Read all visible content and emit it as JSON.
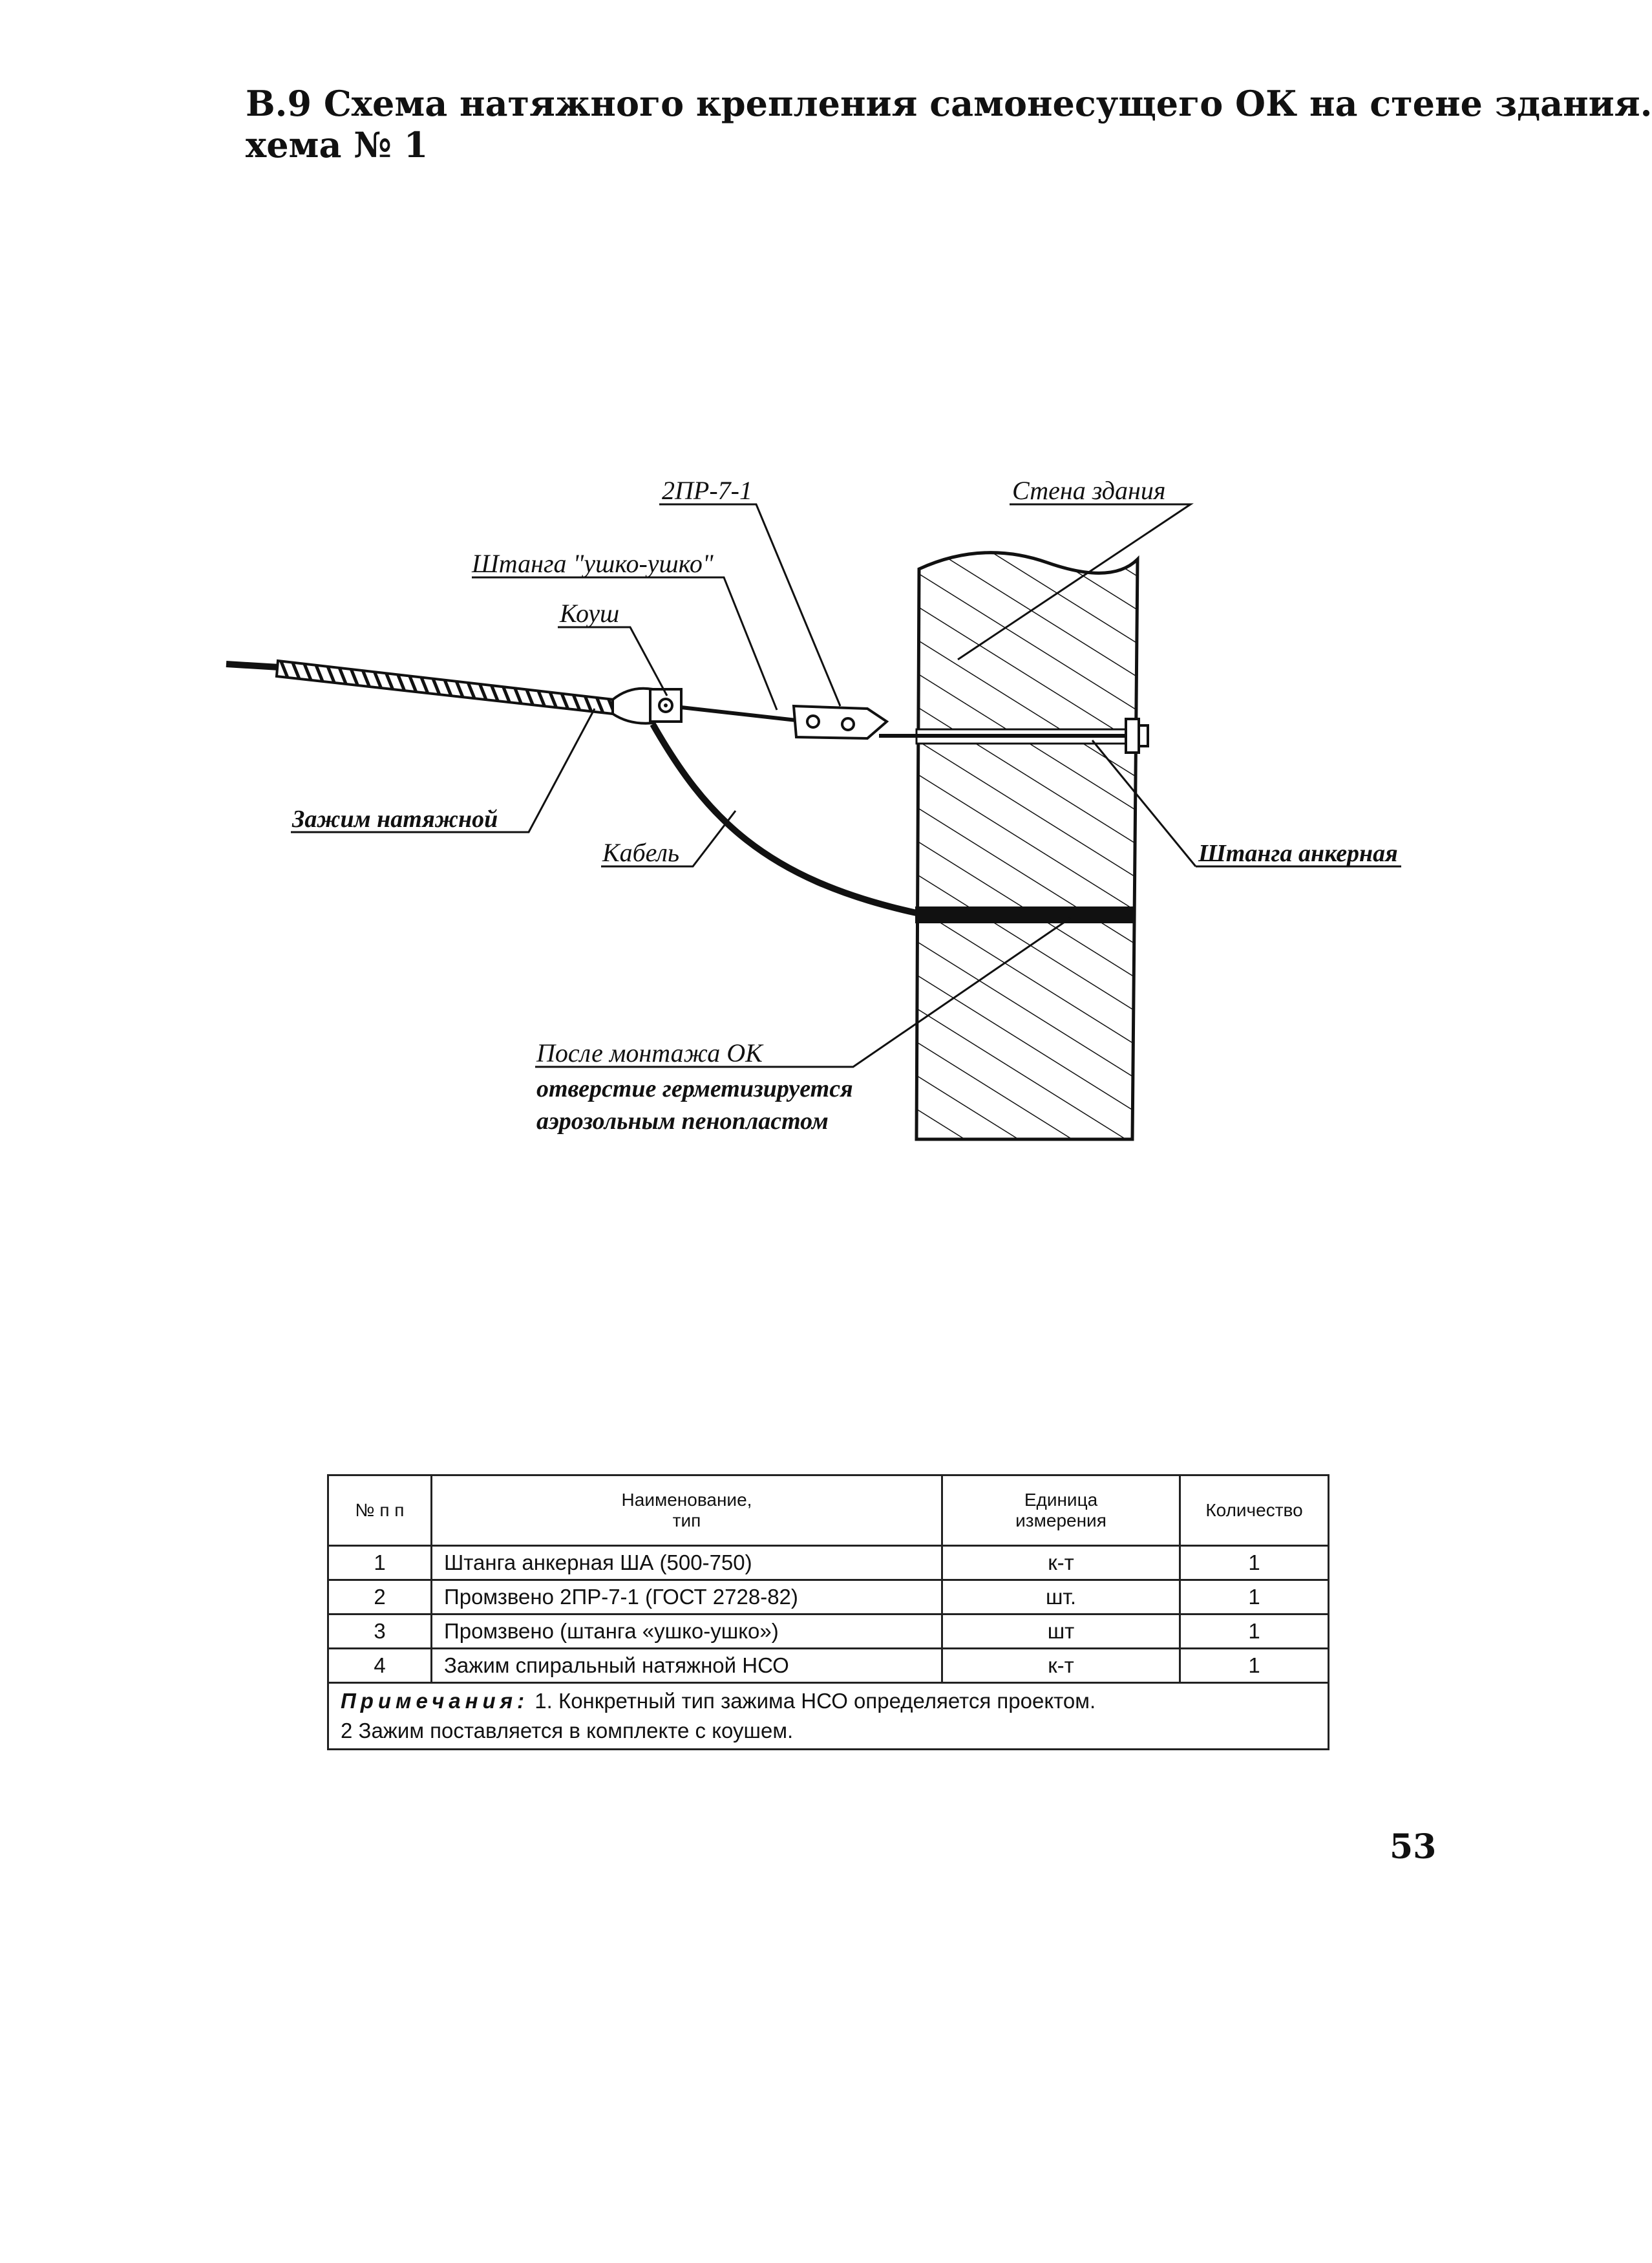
{
  "title": {
    "line1": "В.9 Схема натяжного крепления самонесущего ОК на стене здания.",
    "line2": "хема № 1"
  },
  "diagram": {
    "labels": {
      "prom": "2ПР-7-1",
      "wall": "Стена здания",
      "rod": "Штанга \"ушко-ушко\"",
      "thimble": "Коуш",
      "clamp": "Зажим натяжной",
      "cable": "Кабель",
      "anchor": "Штанга анкерная",
      "note1": "После монтажа ОК",
      "note2": "отверстие герметизируется",
      "note3": "аэрозольным пенопластом"
    }
  },
  "table": {
    "headers": {
      "num": "№ п п",
      "name_l1": "Наименование,",
      "name_l2": "тип",
      "unit_l1": "Единица",
      "unit_l2": "измерения",
      "qty": "Количество"
    },
    "rows": [
      {
        "num": "1",
        "name": "Штанга анкерная ША (500-750)",
        "unit": "к-т",
        "qty": "1"
      },
      {
        "num": "2",
        "name": "Промзвено 2ПР-7-1 (ГОСТ 2728-82)",
        "unit": "шт.",
        "qty": "1"
      },
      {
        "num": "3",
        "name": "Промзвено (штанга «ушко-ушко»)",
        "unit": "шт",
        "qty": "1"
      },
      {
        "num": "4",
        "name": "Зажим спиральный натяжной НСО",
        "unit": "к-т",
        "qty": "1"
      }
    ],
    "notes": {
      "heading": "Примечания:",
      "note1": "1. Конкретный тип зажима НСО определяется проектом.",
      "note2": "2 Зажим поставляется в комплекте с коушем."
    }
  },
  "page_number": "53"
}
